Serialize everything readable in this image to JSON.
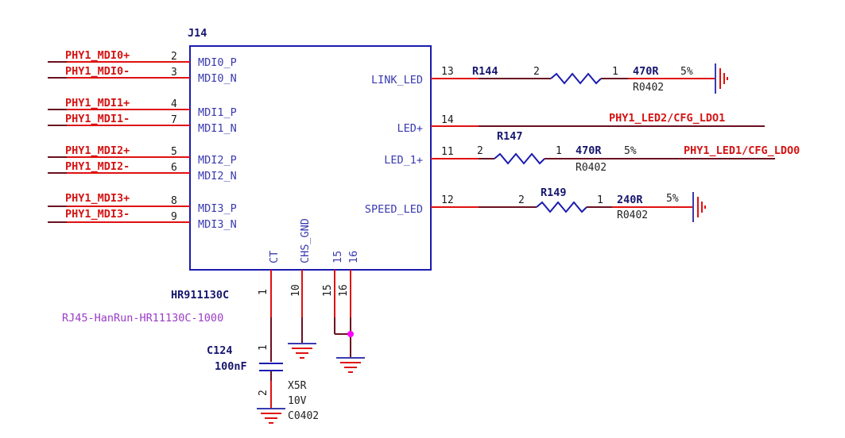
{
  "connector": {
    "refdes": "J14",
    "part": "HR911130C",
    "description": "RJ45-HanRun-HR11130C-1000",
    "left_pins": [
      {
        "net": "PHY1_MDI0+",
        "num": "2",
        "name": "MDI0_P"
      },
      {
        "net": "PHY1_MDI0-",
        "num": "3",
        "name": "MDI0_N"
      },
      {
        "net": "PHY1_MDI1+",
        "num": "4",
        "name": "MDI1_P"
      },
      {
        "net": "PHY1_MDI1-",
        "num": "7",
        "name": "MDI1_N"
      },
      {
        "net": "PHY1_MDI2+",
        "num": "5",
        "name": "MDI2_P"
      },
      {
        "net": "PHY1_MDI2-",
        "num": "6",
        "name": "MDI2_N"
      },
      {
        "net": "PHY1_MDI3+",
        "num": "8",
        "name": "MDI3_P"
      },
      {
        "net": "PHY1_MDI3-",
        "num": "9",
        "name": "MDI3_N"
      }
    ],
    "right_pins": [
      {
        "num": "13",
        "name": "LINK_LED"
      },
      {
        "num": "14",
        "name": "LED+"
      },
      {
        "num": "11",
        "name": "LED_1+"
      },
      {
        "num": "12",
        "name": "SPEED_LED"
      }
    ],
    "bottom_pins": [
      {
        "name": "CT",
        "num": "1"
      },
      {
        "name": "CHS_GND",
        "num": "10"
      },
      {
        "name": "15",
        "num": "15"
      },
      {
        "name": "16",
        "num": "16"
      }
    ]
  },
  "resistors": [
    {
      "refdes": "R144",
      "value": "470R",
      "tolerance": "5%",
      "package": "R0402",
      "pin_a": "2",
      "pin_b": "1"
    },
    {
      "refdes": "R147",
      "value": "470R",
      "tolerance": "5%",
      "package": "R0402",
      "pin_a": "2",
      "pin_b": "1"
    },
    {
      "refdes": "R149",
      "value": "240R",
      "tolerance": "5%",
      "package": "R0402",
      "pin_a": "2",
      "pin_b": "1"
    }
  ],
  "nets": {
    "led2": "PHY1_LED2/CFG_LDO1",
    "led1": "PHY1_LED1/CFG_LDO0"
  },
  "capacitor": {
    "refdes": "C124",
    "value": "100nF",
    "dielectric": "X5R",
    "voltage": "10V",
    "package": "C0402",
    "pin_a": "1",
    "pin_b": "2"
  },
  "colors": {
    "wire": "#e01010",
    "body": "#1a1ab0",
    "net_label": "#d41414",
    "refdes": "#16166e",
    "description": "#9a3cc8",
    "junction": "#ff00ff"
  }
}
